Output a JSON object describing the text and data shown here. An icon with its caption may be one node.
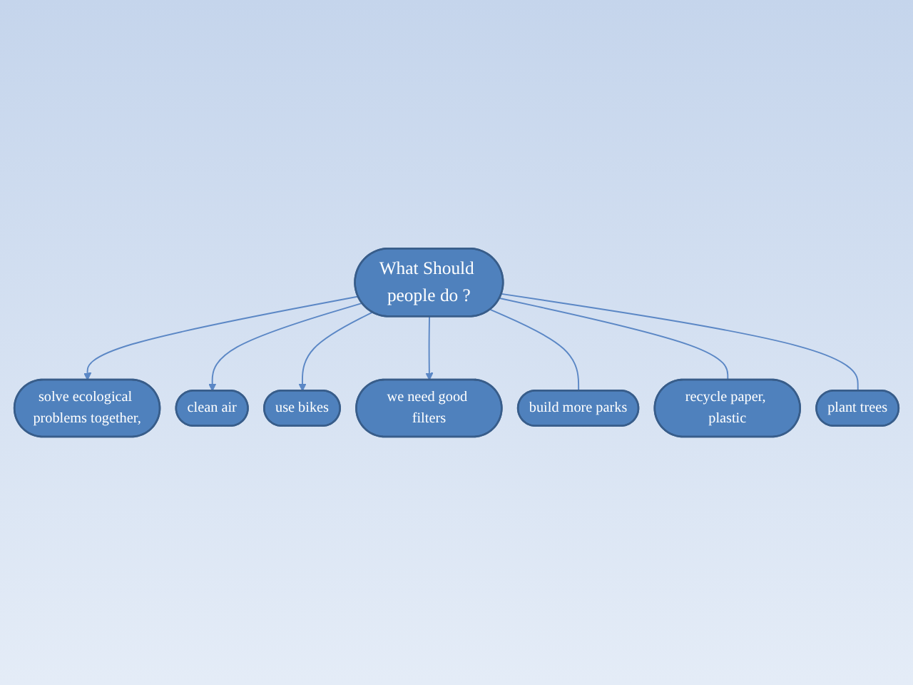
{
  "diagram": {
    "nodes": [
      {
        "text": [
          "What Should people do ?"
        ]
      },
      {
        "text": [
          "solve ecological problems together,"
        ]
      },
      {
        "text": [
          "clean air"
        ]
      },
      {
        "text": [
          "use bikes"
        ]
      },
      {
        "text": [
          "we need good filters"
        ]
      },
      {
        "text": [
          "build more parks"
        ]
      },
      {
        "text": [
          "recycle paper, plastic"
        ]
      },
      {
        "text": [
          "plant trees"
        ]
      }
    ],
    "edges": [
      {
        "from": 0,
        "to": 1,
        "arrow": "to"
      },
      {
        "from": 0,
        "to": 2,
        "arrow": "to"
      },
      {
        "from": 0,
        "to": 3,
        "arrow": "to"
      },
      {
        "from": 0,
        "to": 4,
        "arrow": "to"
      },
      {
        "from": 0,
        "to": 5,
        "arrow": "none"
      },
      {
        "from": 0,
        "to": 6,
        "arrow": "none"
      },
      {
        "from": 0,
        "to": 7,
        "arrow": "none"
      }
    ]
  }
}
